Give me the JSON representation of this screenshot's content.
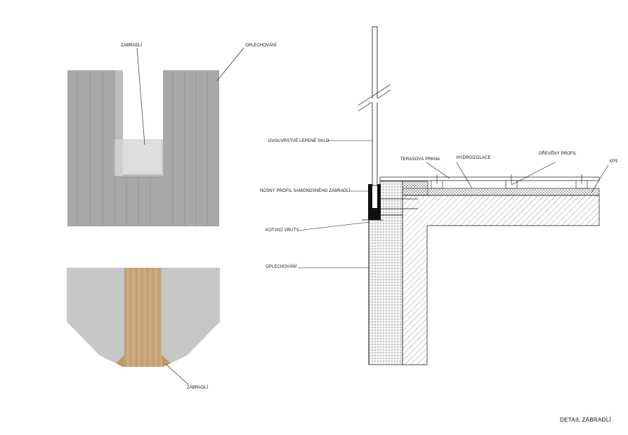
{
  "labels": {
    "top_view_railing": "ZÁBRADLÍ",
    "top_view_flashing": "OPLECHOVÁNÍ",
    "plan_railing": "ZÁBRADLÍ",
    "glass": "DVOUVRSTVÉ LEPENÉ SKLO",
    "profile": "NOSNÝ PROFIL SAMONOSNÉHO ZÁBRADLÍ",
    "anchors": "KOTVICÍ VRUTY",
    "flashing": "OPLECHOVÁNÍ",
    "terrace_boards": "TERASOVÁ PRKNA",
    "waterproofing": "HYDROIZOLACE",
    "wood_profile": "DŘEVĚNÝ PROFIL",
    "xps": "XPS"
  },
  "title": "DETAIL ZÁBRADLÍ",
  "colors": {
    "panel_grey": "#a9a9a9",
    "panel_light": "#bdbdbd",
    "concrete": "#c9c9c9",
    "wood": "#c8a57a",
    "glass": "#dadada",
    "line": "#111111"
  }
}
